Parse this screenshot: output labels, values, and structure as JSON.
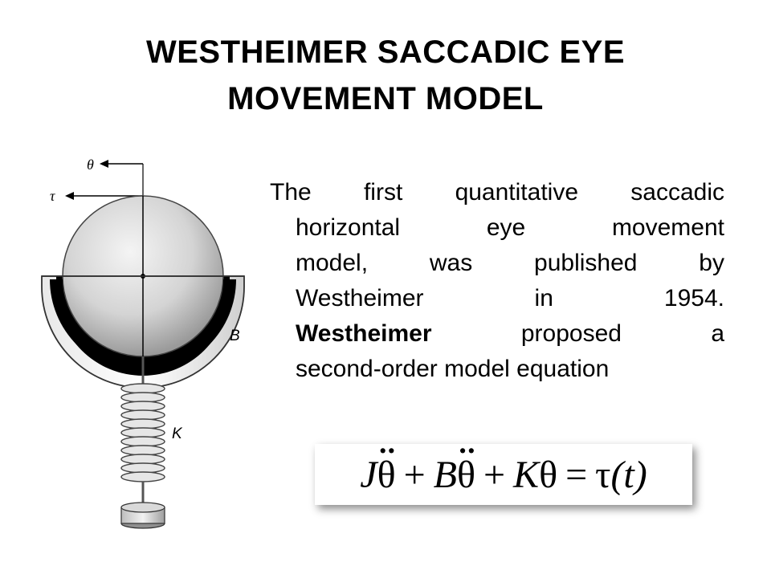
{
  "slide": {
    "title_line1": "WESTHEIMER SACCADIC EYE",
    "title_line2": "MOVEMENT MODEL"
  },
  "figure": {
    "label_theta": "θ",
    "label_tau": "τ",
    "label_b": "B",
    "label_k": "K",
    "fluid_color": "#000000",
    "eyeball_color": "#d8d8d8"
  },
  "body": {
    "line1": "The first quantitative saccadic",
    "line2": "horizontal eye movement",
    "line3": "model, was published by",
    "line4": "Westheimer in 1954.",
    "line5_bold": "Westheimer",
    "line5_rest": " proposed a",
    "line6": "second-order model equation"
  },
  "equation": {
    "j": "J",
    "theta1": "θ",
    "plus1": "+",
    "b": "B",
    "theta2": "θ",
    "plus2": "+",
    "k": "K",
    "theta3": "θ",
    "equals": "=",
    "tau": "τ",
    "t_arg": "(t)"
  }
}
